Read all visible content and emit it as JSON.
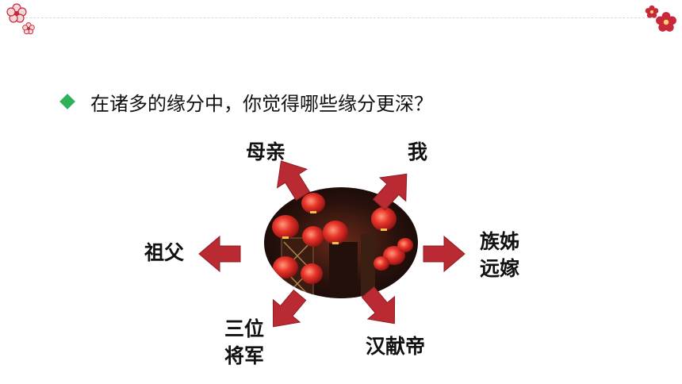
{
  "question": "在诸多的缘分中，你觉得哪些缘分更深？",
  "nodes": {
    "mother": "母亲",
    "me": "我",
    "grandfather": "祖父",
    "clan_sister_line1": "族姊",
    "clan_sister_line2": "远嫁",
    "general_line1": "三位",
    "general_line2": "将军",
    "emperor": "汉献帝"
  },
  "icons": {
    "bullet": "diamond-bullet-icon",
    "decor": "plum-blossom-icon",
    "arrow": "arrow-icon"
  },
  "colors": {
    "accent_green": "#2fb05a",
    "arrow_red": "#b92a32",
    "blossom_red": "#c8283a"
  }
}
